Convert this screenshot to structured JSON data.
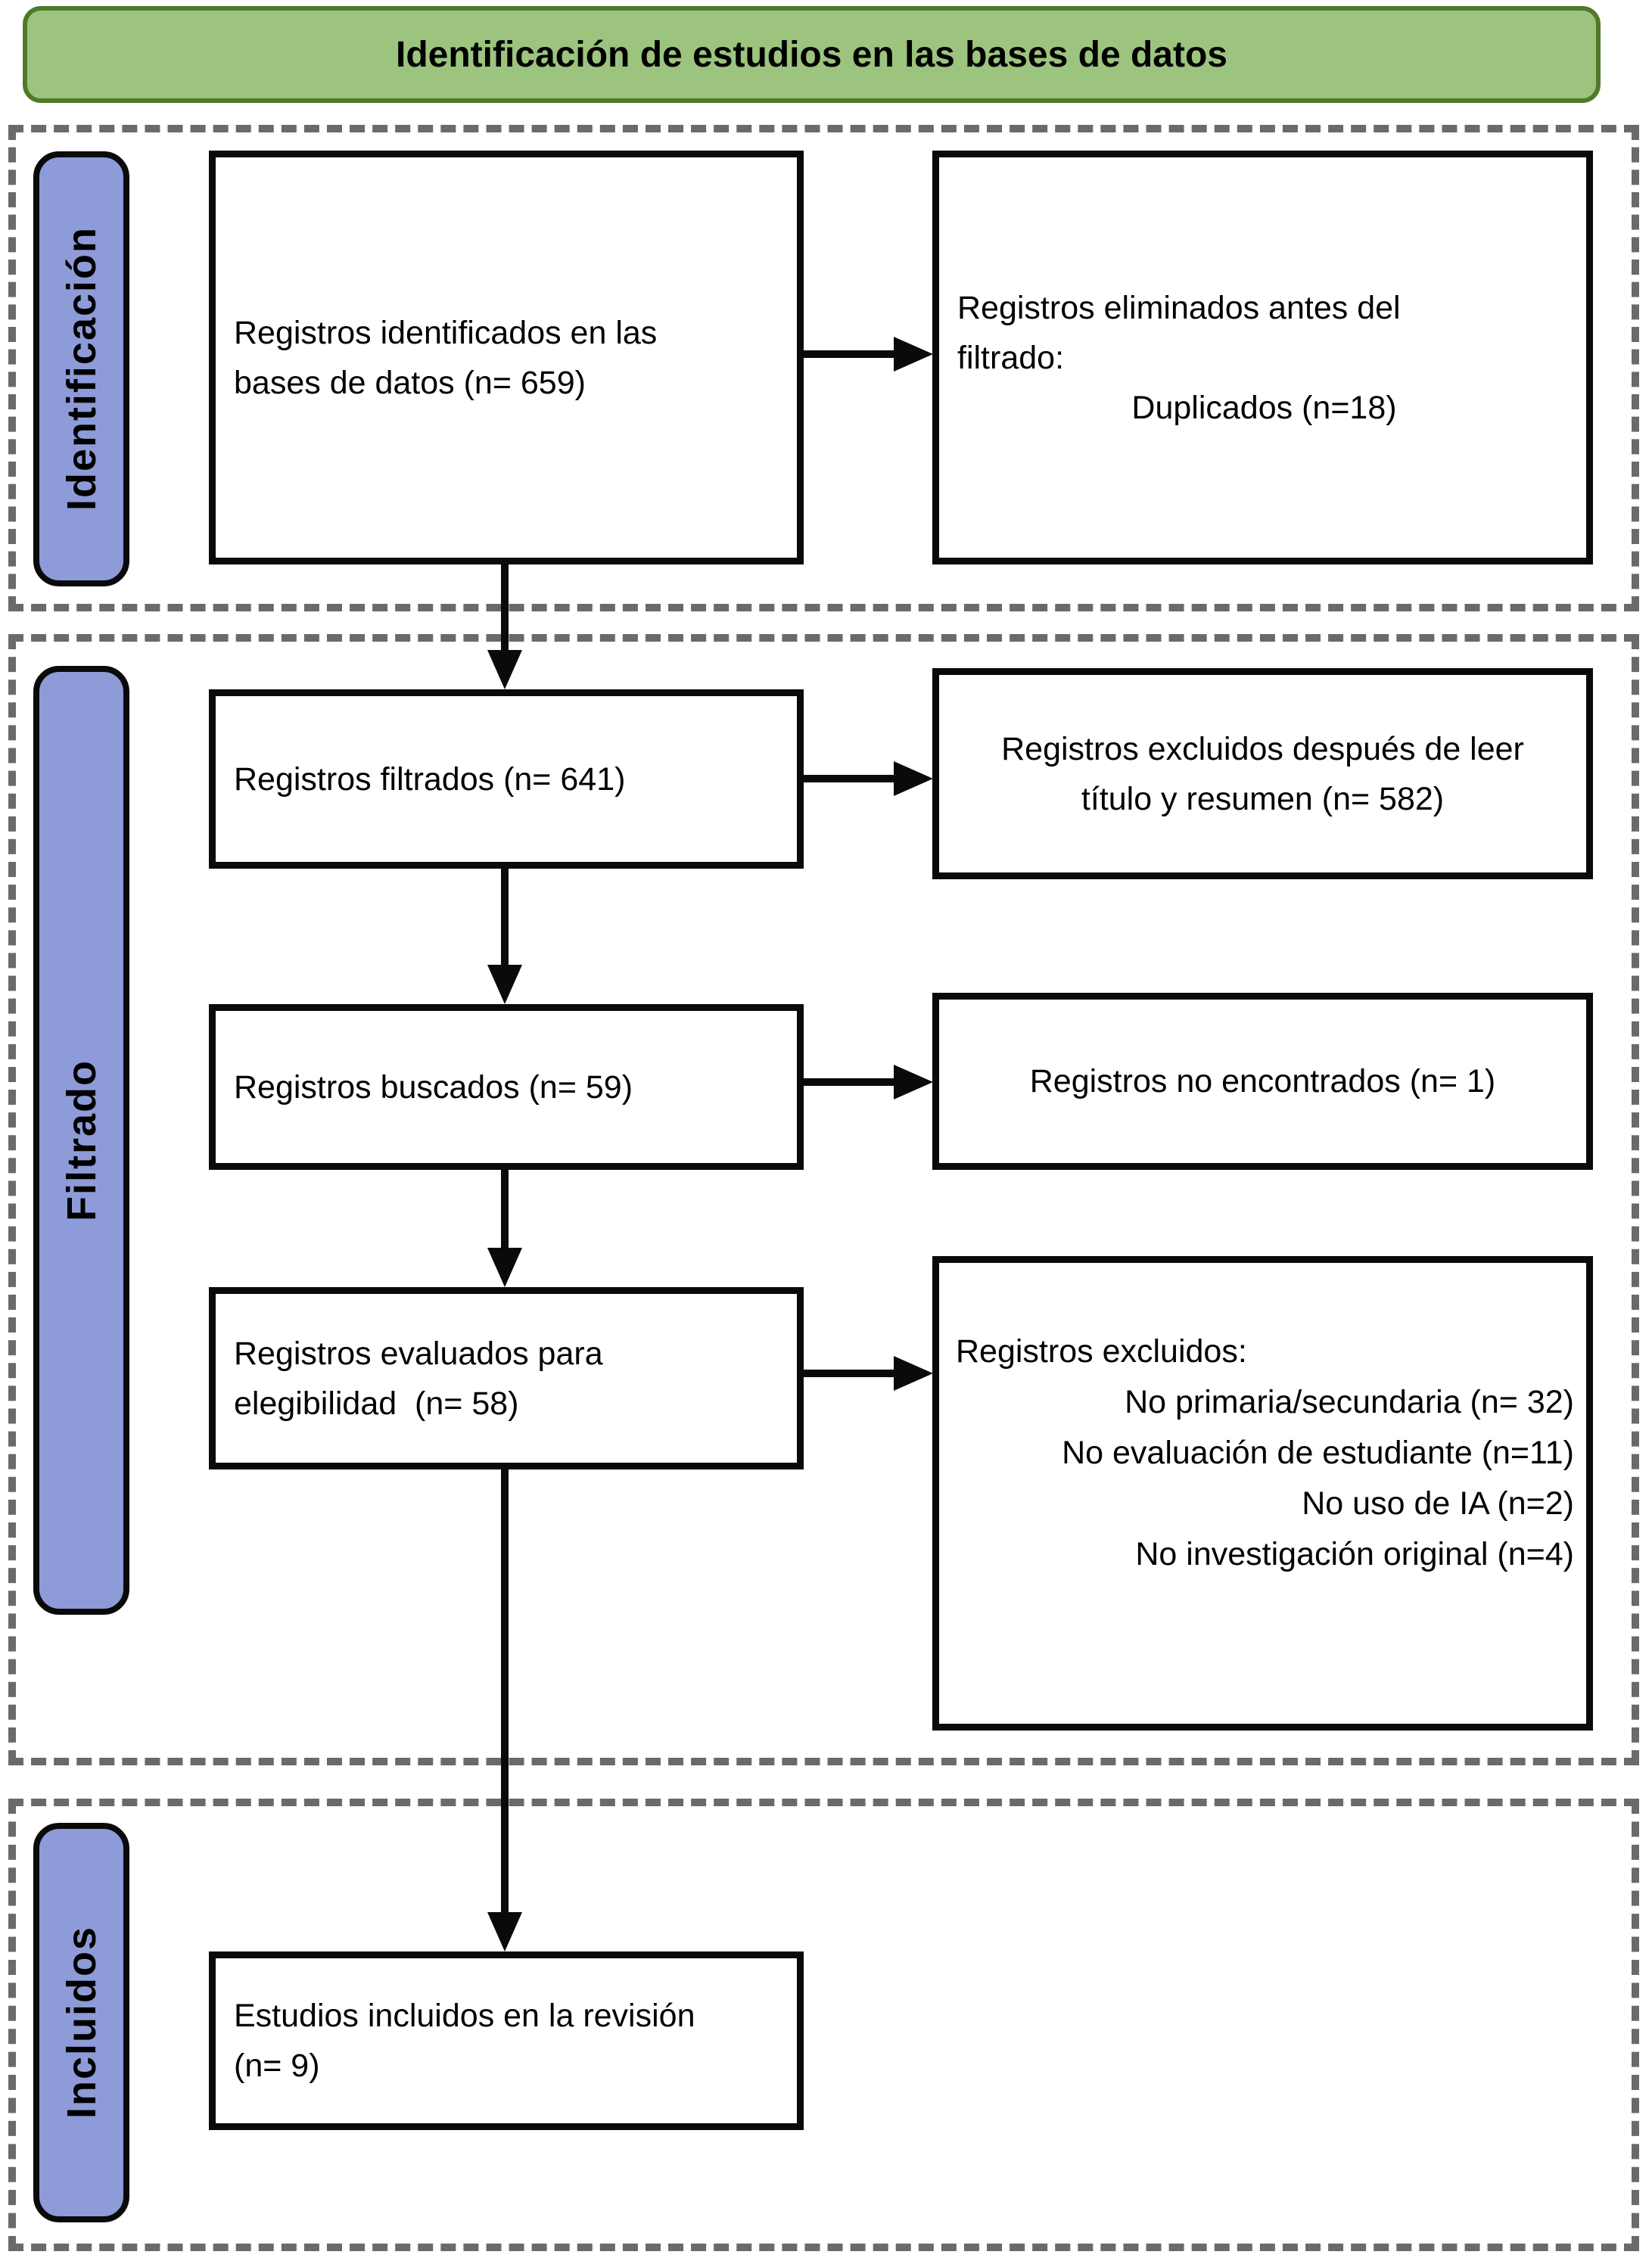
{
  "colors": {
    "banner_bg": "#9cc47e",
    "banner_border": "#4f7a2b",
    "label_bg": "#8d9bd8",
    "dash": "#6a6a6a",
    "box_border": "#0a0a0a",
    "arrow": "#0a0a0a"
  },
  "banner": {
    "title": "Identificación de estudios en las bases de datos"
  },
  "labels": {
    "identification": "Identificación",
    "screening": "Filtrado",
    "included": "Incluidos"
  },
  "boxes": {
    "identified": {
      "lines": [
        "Registros identificados en las",
        "bases de datos (n= 659)"
      ]
    },
    "removed_before_screening": {
      "lines": [
        "Registros eliminados antes del",
        "filtrado:"
      ],
      "sub": "Duplicados (n=18)"
    },
    "screened": {
      "lines": [
        "Registros filtrados (n= 641)"
      ]
    },
    "excluded_after_title_abstract": {
      "lines": [
        "Registros excluidos después de leer",
        "título y resumen (n= 582)"
      ]
    },
    "sought": {
      "lines": [
        "Registros buscados (n= 59)"
      ]
    },
    "not_retrieved": {
      "lines": [
        "Registros no encontrados (n= 1)"
      ]
    },
    "assessed": {
      "lines": [
        "Registros evaluados para",
        "elegibilidad  (n= 58)"
      ]
    },
    "excluded_reasons": {
      "header": "Registros excluidos:",
      "reasons": [
        "No primaria/secundaria (n= 32)",
        "No evaluación de estudiante (n=11)",
        "No uso de IA (n=2)",
        "No investigación original (n=4)"
      ]
    },
    "included": {
      "lines": [
        "Estudios incluidos en la revisión",
        "(n= 9)"
      ]
    }
  }
}
